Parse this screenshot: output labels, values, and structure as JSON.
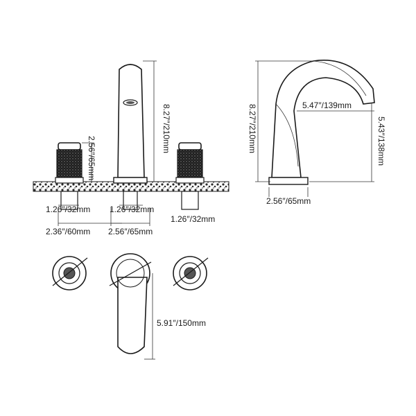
{
  "dimensions": {
    "front_height": "8.27″/210mm",
    "handle_height": "2.56″/65mm",
    "left_base": "1.26″/32mm",
    "spout_base": "1.26″/32mm",
    "right_base": "1.26″/32mm",
    "handle_spacing": "2.36″/60mm",
    "spout_base_width": "2.56″/65mm",
    "side_height": "8.27″/210mm",
    "spout_reach": "5.47″/139mm",
    "spout_clearance": "5.43″/138mm",
    "side_base": "2.56″/65mm",
    "top_spout_length": "5.91″/150mm"
  },
  "colors": {
    "line": "#1a1a1a",
    "handle_texture": "#2a2a2a",
    "deck": "#3a3a3a"
  }
}
